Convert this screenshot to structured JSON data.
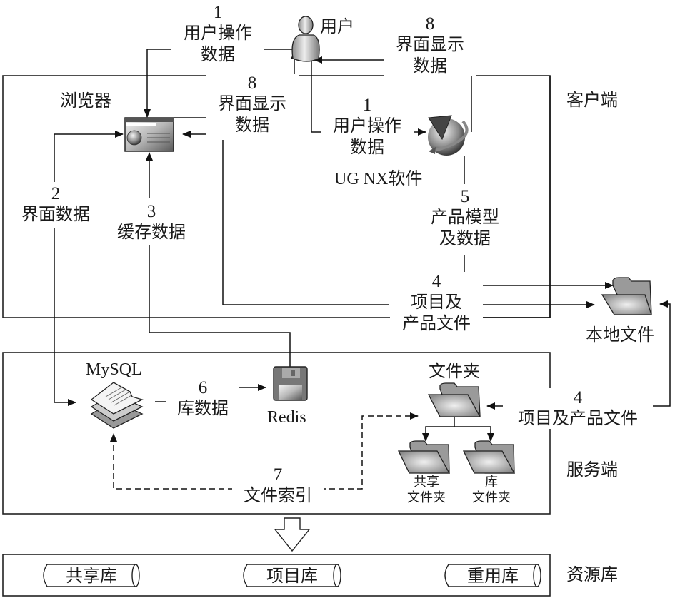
{
  "regions": {
    "client": "客户端",
    "server": "服务端",
    "resource": "资源库"
  },
  "nodes": {
    "user": "用户",
    "browser": "浏览器",
    "ugnx": "UG NX软件",
    "local_files": "本地文件",
    "mysql": "MySQL",
    "redis": "Redis",
    "folder": "文件夹",
    "shared_folder": [
      "共享",
      "文件夹"
    ],
    "lib_folder": [
      "库",
      "文件夹"
    ]
  },
  "flows": {
    "f1_browser": {
      "num": "1",
      "lines": [
        "用户操作",
        "数据"
      ]
    },
    "f1_ugnx": {
      "num": "1",
      "lines": [
        "用户操作",
        "数据"
      ]
    },
    "f8_browser": {
      "num": "8",
      "lines": [
        "界面显示",
        "数据"
      ]
    },
    "f8_ugnx": {
      "num": "8",
      "lines": [
        "界面显示",
        "数据"
      ]
    },
    "f2": {
      "num": "2",
      "lines": [
        "界面数据"
      ]
    },
    "f3": {
      "num": "3",
      "lines": [
        "缓存数据"
      ]
    },
    "f4_client": {
      "num": "4",
      "lines": [
        "项目及",
        "产品文件"
      ]
    },
    "f4_server": {
      "num": "4",
      "lines": [
        "项目及产品文件"
      ]
    },
    "f5": {
      "num": "5",
      "lines": [
        "产品模型",
        "及数据"
      ]
    },
    "f6": {
      "num": "6",
      "lines": [
        "库数据"
      ]
    },
    "f7": {
      "num": "7",
      "lines": [
        "文件索引"
      ]
    }
  },
  "libraries": [
    "共享库",
    "项目库",
    "重用库"
  ]
}
